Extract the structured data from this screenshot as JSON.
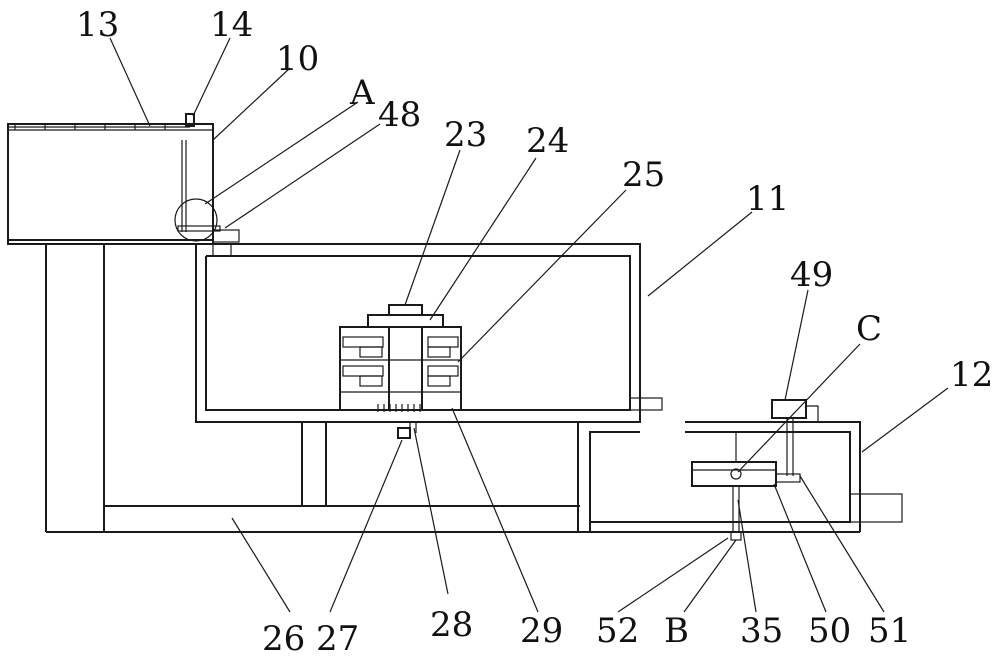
{
  "callouts": {
    "c13": "13",
    "c14": "14",
    "c10": "10",
    "cA": "A",
    "c48": "48",
    "c23": "23",
    "c24": "24",
    "c25": "25",
    "c11": "11",
    "c49": "49",
    "cC": "C",
    "c12": "12",
    "c26": "26",
    "c27": "27",
    "c28": "28",
    "c29": "29",
    "c52": "52",
    "cB": "B",
    "c35": "35",
    "c50": "50",
    "c51": "51"
  },
  "colors": {
    "line": "#1a1a1a",
    "label": "#111111",
    "background": "#ffffff"
  }
}
